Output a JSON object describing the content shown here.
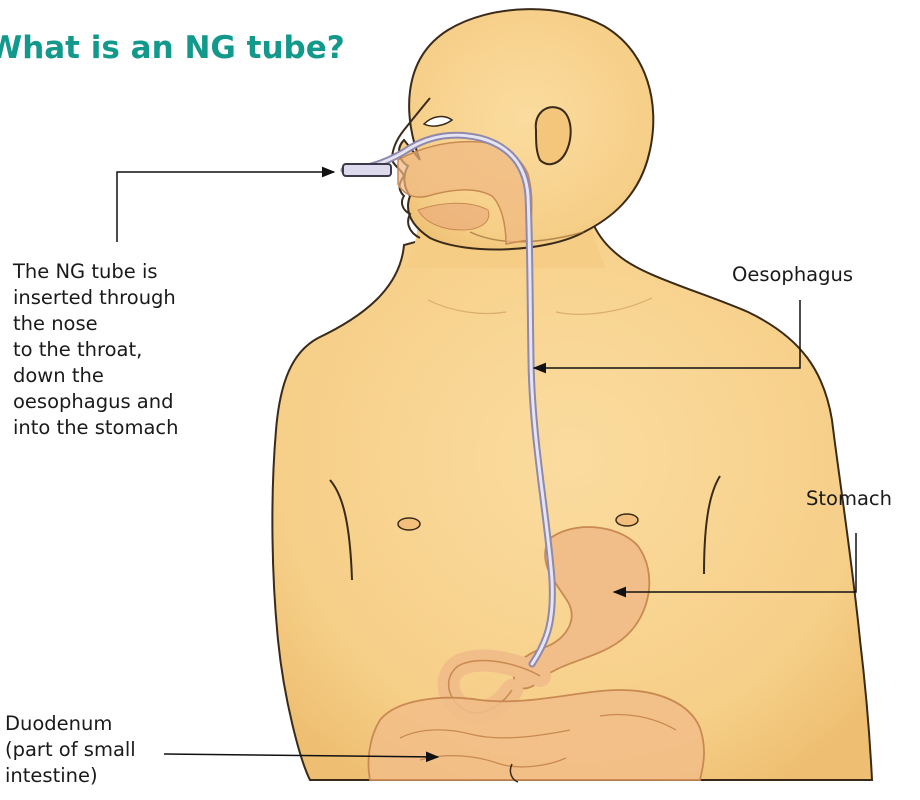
{
  "title": "What is an NG tube?",
  "labels": {
    "ng_tube_lines": [
      "The NG tube is",
      "inserted through",
      "the nose",
      "to the throat,",
      "down the",
      "oesophagus and",
      "into the stomach"
    ],
    "oesophagus": "Oesophagus",
    "stomach": "Stomach",
    "duodenum_lines": [
      "Duodenum",
      "(part of small",
      "intestine)"
    ]
  },
  "colors": {
    "title": "#12998c",
    "skin": "#f7d28e",
    "skin_shade": "#eebf72",
    "outline": "#3a2a1a",
    "organ": "#f1bd88",
    "organ_outline": "#c98a52",
    "tube": "#b8b4cf",
    "leader": "#111111"
  }
}
